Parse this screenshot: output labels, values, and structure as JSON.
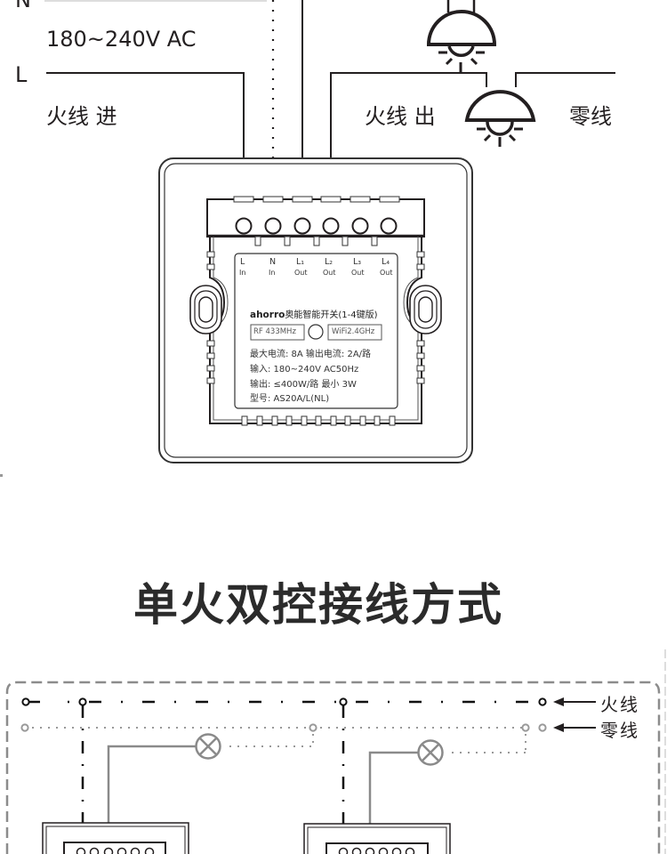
{
  "top_diagram": {
    "neutral_label": "N",
    "voltage_label": "180~240V AC",
    "live_label": "L",
    "live_in_label": "火线 进",
    "live_out_label": "火线 出",
    "neutral_wire_label": "零线"
  },
  "switch_label": {
    "terminals": [
      {
        "name": "L",
        "sub": "In"
      },
      {
        "name": "N",
        "sub": "In"
      },
      {
        "name": "L₁",
        "sub": "Out"
      },
      {
        "name": "L₂",
        "sub": "Out"
      },
      {
        "name": "L₃",
        "sub": "Out"
      },
      {
        "name": "L₄",
        "sub": "Out"
      }
    ],
    "brand": "ahorro",
    "product": "奥能智能开关(1-4键版)",
    "rf_badge": "RF 433MHz",
    "wifi_badge": "WiFi2.4GHz",
    "spec_current": "最大电流: 8A   输出电流: 2A/路",
    "spec_input": "输入: 180~240V  AC50Hz",
    "spec_output": "输出: ≤400W/路  最小 3W",
    "spec_model": "型号: AS20A/L(NL)"
  },
  "section_title": "单火双控接线方式",
  "bottom_diagram": {
    "live_legend": "火线",
    "neutral_legend": "零线"
  },
  "colors": {
    "line": "#231f20",
    "gray": "#8a8a8a",
    "dashed_border": "#8c8c8c"
  }
}
